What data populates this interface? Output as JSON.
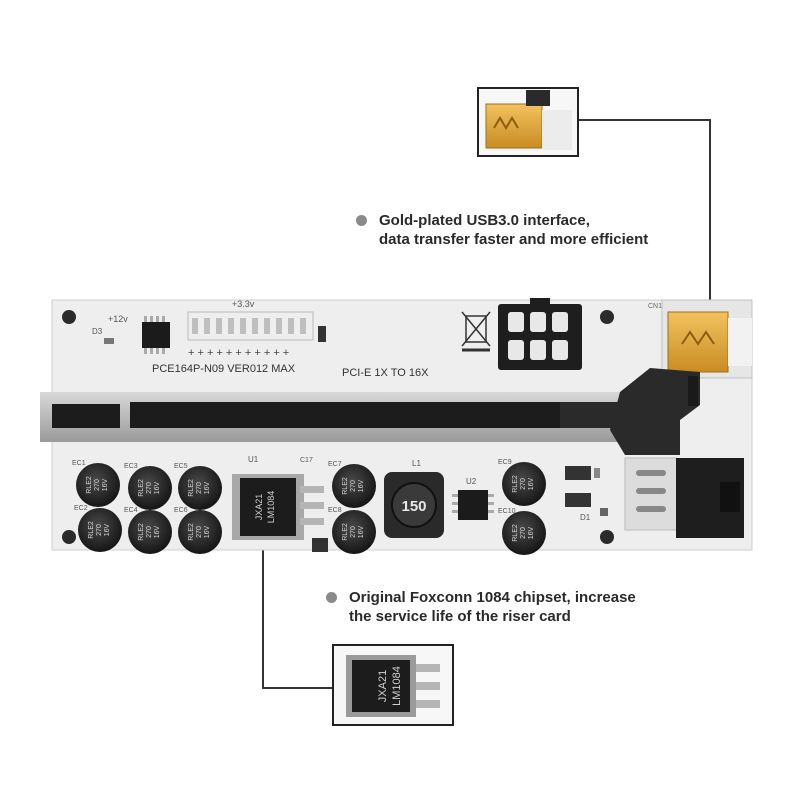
{
  "callouts": {
    "usb": {
      "line1": "Gold-plated USB3.0 interface,",
      "line2": "data transfer faster and more efficient"
    },
    "chip": {
      "line1": "Original Foxconn 1084 chipset, increase",
      "line2": "the service life of the riser card"
    }
  },
  "board": {
    "model": "PCE164P-N09  VER012 MAX",
    "slot_label": "PCI-E 1X TO 16X",
    "v12": "+12v",
    "v33": "+3.3v",
    "d3": "D3",
    "u1": "U1",
    "u2": "U2",
    "l1": "L1",
    "inductor": "150",
    "cn1": "CN1",
    "d1": "D1",
    "c17": "C17",
    "chip_line1": "JXA21",
    "chip_line2": "LM1084",
    "cap_text": [
      "RLE2",
      "270",
      "16V"
    ],
    "cap_labels": [
      "EC1",
      "EC3",
      "EC5",
      "EC2",
      "EC4",
      "EC6",
      "EC7",
      "EC8",
      "EC9",
      "EC10"
    ]
  },
  "colors": {
    "board": "#eeeeee",
    "slot": "#1c1c1c",
    "gold": "#e0a93a",
    "line": "#333333",
    "dot": "#8a8a8a"
  }
}
